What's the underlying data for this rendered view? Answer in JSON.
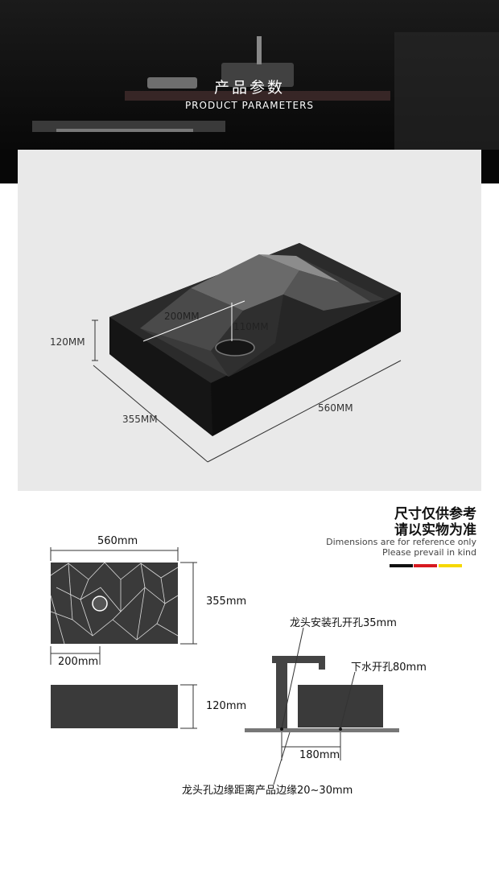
{
  "banner": {
    "title_cn": "产品参数",
    "title_en": "PRODUCT PARAMETERS"
  },
  "photo_dims": {
    "height": "120MM",
    "inner_width": "200MM",
    "inner_depth": "110MM",
    "depth": "355MM",
    "length": "560MM"
  },
  "note": {
    "line1_cn": "尺寸仅供参考",
    "line2_cn": "请以实物为准",
    "line1_en": "Dimensions are for reference only",
    "line2_en": "Please prevail in kind",
    "colors": [
      "#111111",
      "#d71920",
      "#f6d800"
    ]
  },
  "drawing": {
    "top_width": "560mm",
    "top_depth": "355mm",
    "drain_offset": "200mm",
    "side_height": "120mm",
    "faucet_hole": "龙头安装孔开孔35mm",
    "drain_hole": "下水开孔80mm",
    "spacing": "180mm",
    "edge_distance": "龙头孔边缘距离产品边缘20~30mm"
  }
}
